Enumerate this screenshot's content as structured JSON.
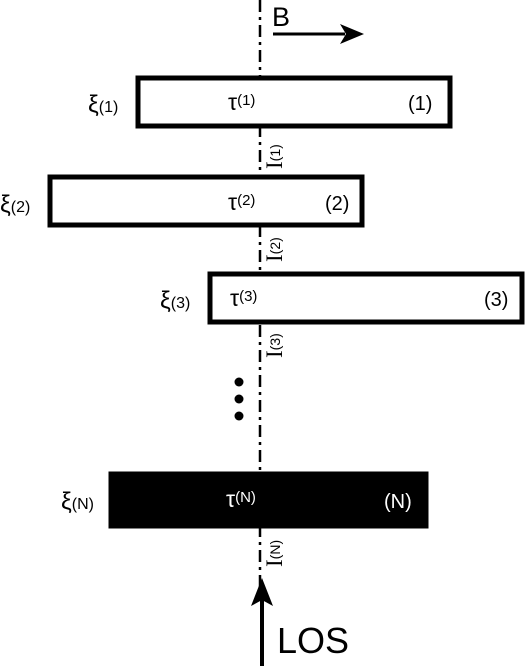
{
  "field": {
    "label": "B",
    "direction": "right"
  },
  "line_of_sight": {
    "label": "LOS",
    "direction": "up"
  },
  "ellipsis": "⋮",
  "slabs": [
    {
      "number": "(1)",
      "xi": "ξ",
      "xi_sub": "(1)",
      "tau": "τ",
      "tau_sub": "(1)",
      "I": "I",
      "I_sub": "(1)",
      "filled": false
    },
    {
      "number": "(2)",
      "xi": "ξ",
      "xi_sub": "(2)",
      "tau": "τ",
      "tau_sub": "(2)",
      "I": "I",
      "I_sub": "(2)",
      "filled": false
    },
    {
      "number": "(3)",
      "xi": "ξ",
      "xi_sub": "(3)",
      "tau": "τ",
      "tau_sub": "(3)",
      "I": "I",
      "I_sub": "(3)",
      "filled": false
    },
    {
      "number": "(N)",
      "xi": "ξ",
      "xi_sub": "(N)",
      "tau": "τ",
      "tau_sub": "(N)",
      "I": "I",
      "I_sub": "(N)",
      "filled": true
    }
  ],
  "colors": {
    "stroke": "#000000",
    "fill_dark": "#000000",
    "fill_light": "#ffffff",
    "text_on_dark": "#ffffff"
  }
}
